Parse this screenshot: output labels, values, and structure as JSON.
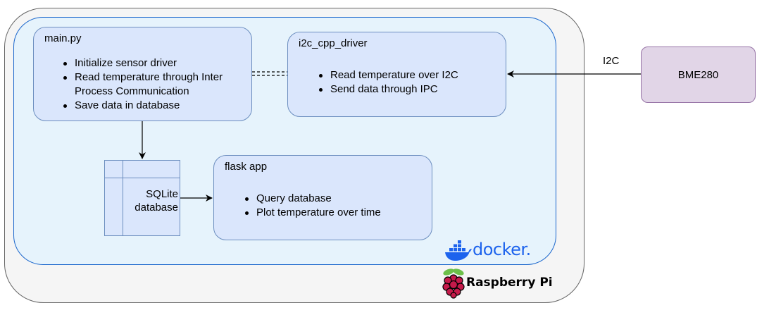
{
  "main": {
    "title": "main.py",
    "items": [
      "Initialize sensor driver",
      "Read temperature through Inter Process Communication",
      "Save data in database"
    ]
  },
  "driver": {
    "title": "i2c_cpp_driver",
    "items": [
      "Read temperature over I2C",
      "Send data through IPC"
    ]
  },
  "flask": {
    "title": "flask app",
    "items": [
      "Query database",
      "Plot temperature over time"
    ]
  },
  "database": {
    "line1": "SQLite",
    "line2": "database"
  },
  "sensor": {
    "label": "BME280"
  },
  "link": {
    "label": "I2C"
  },
  "logos": {
    "docker": "docker.",
    "raspberry": "Raspberry Pi"
  },
  "icons": [
    "docker-whale-icon",
    "raspberry-pi-icon",
    "arrow-icon"
  ],
  "colors": {
    "node_fill": "#dae6fc",
    "node_stroke": "#6c8ebf",
    "sensor_fill": "#e1d5e7",
    "sensor_stroke": "#9673a6",
    "docker_fill": "#e6f3fc",
    "docker_stroke": "#1a66cc",
    "docker_brand": "#1d63ed",
    "raspberry_red": "#c51a4a",
    "raspberry_leaf": "#6cc04a"
  }
}
